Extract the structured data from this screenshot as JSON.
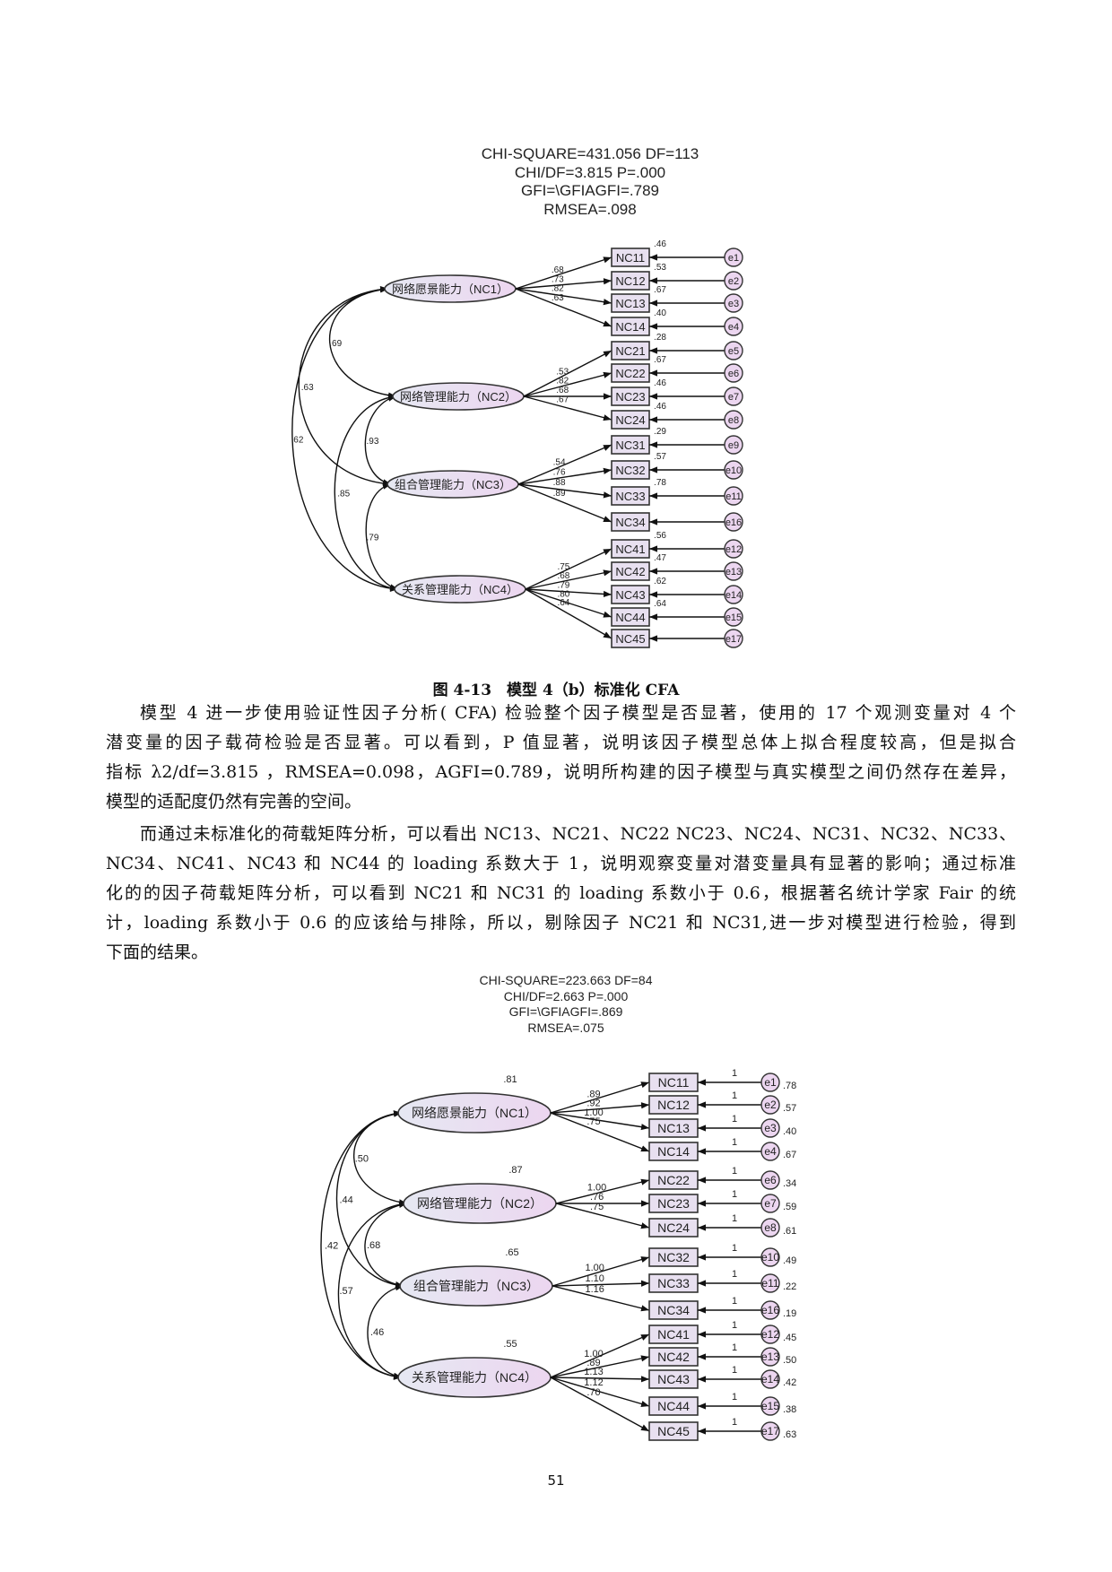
{
  "figure1": {
    "fit": [
      "CHI-SQUARE=431.056 DF=113",
      "CHI/DF=3.815 P=.000",
      "GFI=\\GFIAGFI=.789",
      "RMSEA=.098"
    ],
    "latents": [
      {
        "label": "网络愿景能力（NC1）",
        "indicators": [
          "NC11",
          "NC12",
          "NC13",
          "NC14"
        ],
        "loadings": [
          ".68",
          ".73",
          ".82",
          ".63"
        ]
      },
      {
        "label": "网络管理能力（NC2）",
        "indicators": [
          "NC21",
          "NC22",
          "NC23",
          "NC24"
        ],
        "loadings": [
          ".53",
          ".82",
          ".68",
          ".67"
        ]
      },
      {
        "label": "组合管理能力（NC3）",
        "indicators": [
          "NC31",
          "NC32",
          "NC33",
          "NC34"
        ],
        "loadings": [
          ".54",
          ".76",
          ".88",
          ".89"
        ]
      },
      {
        "label": "关系管理能力（NC4）",
        "indicators": [
          "NC41",
          "NC42",
          "NC43",
          "NC44",
          "NC45"
        ],
        "loadings": [
          ".75",
          ".68",
          ".79",
          ".80",
          ".64"
        ]
      }
    ],
    "errors": [
      "e1",
      "e2",
      "e3",
      "e4",
      "e5",
      "e6",
      "e7",
      "e8",
      "e9",
      "e10",
      "e11",
      "e16",
      "e12",
      "e13",
      "e14",
      "e15",
      "e17"
    ],
    "r2": [
      ".46",
      ".53",
      ".67",
      ".40",
      ".28",
      ".67",
      ".46",
      ".46",
      ".29",
      ".57",
      ".78",
      null,
      ".56",
      ".47",
      ".62",
      ".64",
      null
    ],
    "covariances": [
      {
        "from": 0,
        "to": 1,
        "value": ".69"
      },
      {
        "from": 0,
        "to": 2,
        "value": ".63"
      },
      {
        "from": 0,
        "to": 3,
        "value": ".62"
      },
      {
        "from": 1,
        "to": 2,
        "value": ".93"
      },
      {
        "from": 1,
        "to": 3,
        "value": ".85"
      },
      {
        "from": 2,
        "to": 3,
        "value": ".79"
      }
    ]
  },
  "caption": "图 4-13　模型 4（b）标准化 CFA",
  "paragraph1": [
    "模型 4 进一步使用验证性因子分析( CFA) 检验整个因子模型是否显著，使用的 17 个观测变量对 4 个",
    "潜变量的因子载荷检验是否显著。可以看到，P 值显著，说明该因子模型总体上拟合程度较高，但是拟合",
    "指标 λ2/df=3.815 ，RMSEA=0.098，AGFI=0.789，说明所构建的因子模型与真实模型之间仍然存在差异，",
    "模型的适配度仍然有完善的空间。"
  ],
  "paragraph2": [
    "而通过未标准化的荷载矩阵分析，可以看出 NC13、NC21、NC22 NC23、NC24、NC31、NC32、NC33、",
    "NC34、NC41、NC43 和 NC44 的 loading 系数大于 1，说明观察变量对潜变量具有显著的影响；通过标准",
    "化的的因子荷载矩阵分析，可以看到 NC21 和 NC31 的 loading 系数小于 0.6，根据著名统计学家 Fair 的统",
    "计，loading 系数小于 0.6 的应该给与排除，所以，剔除因子 NC21 和 NC31,进一步对模型进行检验，得到",
    "下面的结果。"
  ],
  "figure2": {
    "fit": [
      "CHI-SQUARE=223.663 DF=84",
      "CHI/DF=2.663 P=.000",
      "GFI=\\GFIAGFI=.869",
      "RMSEA=.075"
    ],
    "latents": [
      {
        "label": "网络愿景能力（NC1）",
        "variance": ".81",
        "indicators": [
          "NC11",
          "NC12",
          "NC13",
          "NC14"
        ],
        "loadings": [
          ".89",
          ".92",
          "1.00",
          ".75"
        ]
      },
      {
        "label": "网络管理能力（NC2）",
        "variance": ".87",
        "indicators": [
          "NC22",
          "NC23",
          "NC24"
        ],
        "loadings": [
          "1.00",
          ".76",
          ".75"
        ]
      },
      {
        "label": "组合管理能力（NC3）",
        "variance": ".65",
        "indicators": [
          "NC32",
          "NC33",
          "NC34"
        ],
        "loadings": [
          "1.00",
          "1.10",
          "1.16"
        ]
      },
      {
        "label": "关系管理能力（NC4）",
        "variance": ".55",
        "indicators": [
          "NC41",
          "NC42",
          "NC43",
          "NC44",
          "NC45"
        ],
        "loadings": [
          "1.00",
          ".89",
          "1.13",
          "1.12",
          ".70"
        ]
      }
    ],
    "errors": [
      "e1",
      "e2",
      "e3",
      "e4",
      "e6",
      "e7",
      "e8",
      "e10",
      "e11",
      "e16",
      "e12",
      "e13",
      "e14",
      "e15",
      "e17"
    ],
    "error_path_label": "1",
    "error_variances": [
      ".78",
      ".57",
      ".40",
      ".67",
      ".34",
      ".59",
      ".61",
      ".49",
      ".22",
      ".19",
      ".45",
      ".50",
      ".42",
      ".38",
      ".63"
    ],
    "covariances": [
      {
        "from": 0,
        "to": 1,
        "value": ".50"
      },
      {
        "from": 0,
        "to": 2,
        "value": ".44"
      },
      {
        "from": 0,
        "to": 3,
        "value": ".42"
      },
      {
        "from": 1,
        "to": 2,
        "value": ".68"
      },
      {
        "from": 1,
        "to": 3,
        "value": ".57"
      },
      {
        "from": 2,
        "to": 3,
        "value": ".46"
      }
    ]
  },
  "page_number": "51",
  "colors": {
    "latent_fill_start": "#e6e8f2",
    "latent_fill_end": "#ecd6f0",
    "box_fill": "#e8e0f0",
    "line": "#222222"
  }
}
